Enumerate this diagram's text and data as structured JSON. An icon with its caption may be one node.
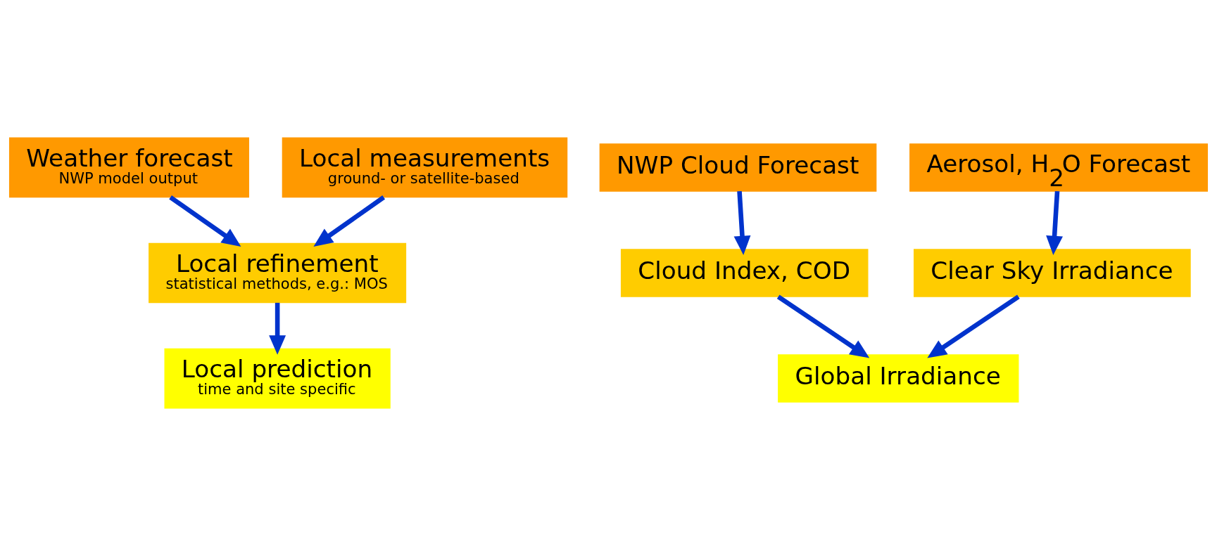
{
  "diagram": {
    "nodes": [
      {
        "text": [
          "Weather forecast",
          "NWP model output"
        ]
      },
      {
        "text": [
          "Local measurements",
          "ground- or satellite-based"
        ]
      },
      {
        "text": [
          "Local refinement",
          "statistical methods, e.g.: MOS"
        ]
      },
      {
        "text": [
          "Local prediction",
          "time and site specific"
        ]
      },
      {
        "text": [
          "NWP Cloud Forecast"
        ]
      },
      {
        "text": [
          "Aerosol, H$_{2}$O Forecast"
        ]
      },
      {
        "text": [
          "Cloud Index, COD"
        ]
      },
      {
        "text": [
          "Clear Sky Irradiance"
        ]
      },
      {
        "text": [
          "Global Irradiance"
        ]
      }
    ],
    "edges": [
      {
        "from": 0,
        "to": 2,
        "arrow": "to"
      },
      {
        "from": 1,
        "to": 2,
        "arrow": "to"
      },
      {
        "from": 2,
        "to": 3,
        "arrow": "to"
      },
      {
        "from": 4,
        "to": 6,
        "arrow": "to"
      },
      {
        "from": 5,
        "to": 7,
        "arrow": "to"
      },
      {
        "from": 6,
        "to": 8,
        "arrow": "to"
      },
      {
        "from": 7,
        "to": 8,
        "arrow": "to"
      }
    ]
  }
}
